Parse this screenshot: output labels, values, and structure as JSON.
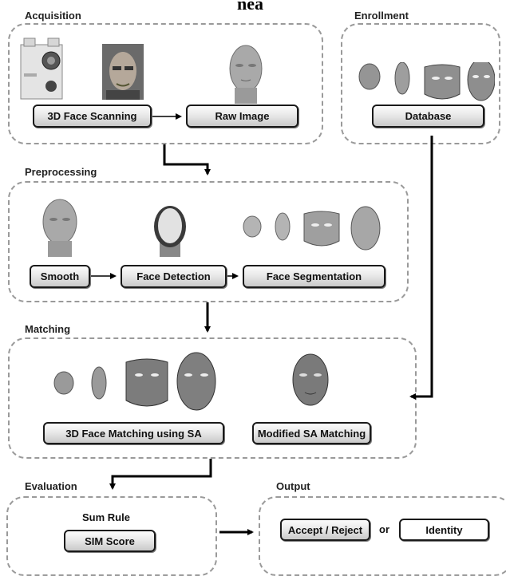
{
  "header_fragment": "nea",
  "sections": {
    "acquisition": "Acquisition",
    "enrollment": "Enrollment",
    "preprocessing": "Preprocessing",
    "matching": "Matching",
    "evaluation": "Evaluation",
    "output": "Output"
  },
  "nodes": {
    "face_scanning": "3D Face Scanning",
    "raw_image": "Raw Image",
    "database": "Database",
    "smooth": "Smooth",
    "face_detection": "Face Detection",
    "face_segmentation": "Face Segmentation",
    "face_matching_sa": "3D Face Matching using SA",
    "modified_sa": "Modified  SA Matching",
    "sum_rule": "Sum Rule",
    "sim_score": "SIM Score",
    "accept_reject": "Accept / Reject",
    "or": "or",
    "identity": "Identity"
  },
  "colors": {
    "panel_border": "#9a9a9a",
    "node_border": "#1a1a1a",
    "arrow": "#000000",
    "face_render": "#a9a9a9"
  }
}
